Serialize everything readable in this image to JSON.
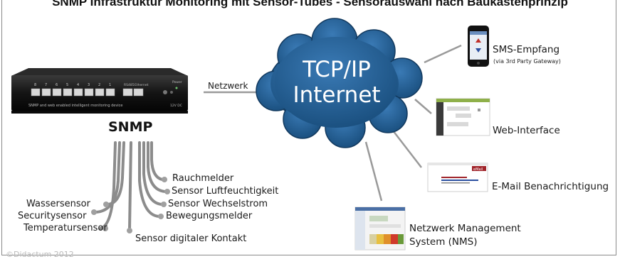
{
  "title": "SNMP Infrastruktur Monitoring mit Sensor-Tubes - Sensorauswahl nach Baukastenprinzip",
  "device": {
    "label": "SNMP",
    "caption": "SNMP and web enabled intelligent monitoring device",
    "port_numbers": [
      "8",
      "7",
      "6",
      "5",
      "4",
      "3",
      "2",
      "1"
    ],
    "port_labels": [
      "RS485",
      "Ethernet"
    ],
    "power_label": "Power",
    "voltage": "12V DC"
  },
  "network_label": "Netzwerk",
  "cloud": {
    "line1": "TCP/IP",
    "line2": "Internet",
    "color": "#1f5a8c"
  },
  "endpoints": {
    "sms": "SMS-Empfang",
    "sms_note": "(via 3rd Party Gateway)",
    "web": "Web-Interface",
    "email": "E-Mail Benachrichtigung",
    "email_badge": "eMail",
    "nms_line1": "Netzwerk Management",
    "nms_line2": "System (NMS)"
  },
  "sensors": {
    "rauch": "Rauchmelder",
    "luft": "Sensor Luftfeuchtigkeit",
    "wechsel": "Sensor Wechselstrom",
    "bewegung": "Bewegungsmelder",
    "wasser": "Wassersensor",
    "security": "Securitysensor",
    "temperatur": "Temperatursensor",
    "digital": "Sensor digitaler Kontakt"
  },
  "copyright": "©Didactum 2012"
}
